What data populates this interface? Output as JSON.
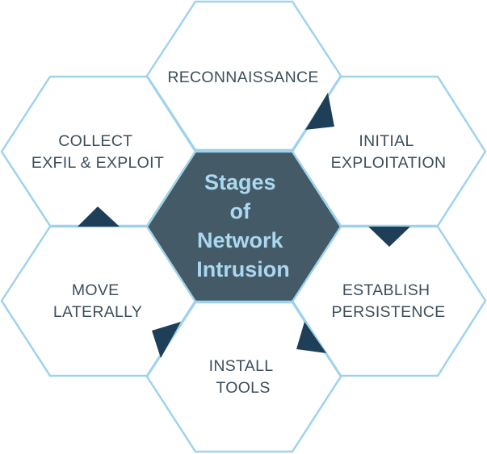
{
  "colors": {
    "outline": "#9fd3ec",
    "center_fill": "#455a67",
    "center_text": "#a9d8f0",
    "stage_text": "#3d4f5c",
    "arrow": "#1f3f58"
  },
  "center": {
    "lines": [
      "Stages",
      "of",
      "Network",
      "Intrusion"
    ]
  },
  "stages": [
    {
      "id": "reconnaissance",
      "lines": [
        "RECONNAISSANCE"
      ]
    },
    {
      "id": "initial-exploitation",
      "lines": [
        "INITIAL",
        "EXPLOITATION"
      ]
    },
    {
      "id": "establish-persistence",
      "lines": [
        "ESTABLISH",
        "PERSISTENCE"
      ]
    },
    {
      "id": "install-tools",
      "lines": [
        "INSTALL",
        "TOOLS"
      ]
    },
    {
      "id": "move-laterally",
      "lines": [
        "MOVE",
        "LATERALLY"
      ]
    },
    {
      "id": "collect-exfil-exploit",
      "lines": [
        "COLLECT",
        "EXFIL & EXPLOIT"
      ]
    }
  ],
  "flow": [
    {
      "from": "reconnaissance",
      "to": "initial-exploitation"
    },
    {
      "from": "initial-exploitation",
      "to": "establish-persistence"
    },
    {
      "from": "establish-persistence",
      "to": "install-tools"
    },
    {
      "from": "install-tools",
      "to": "move-laterally"
    },
    {
      "from": "move-laterally",
      "to": "collect-exfil-exploit"
    }
  ]
}
